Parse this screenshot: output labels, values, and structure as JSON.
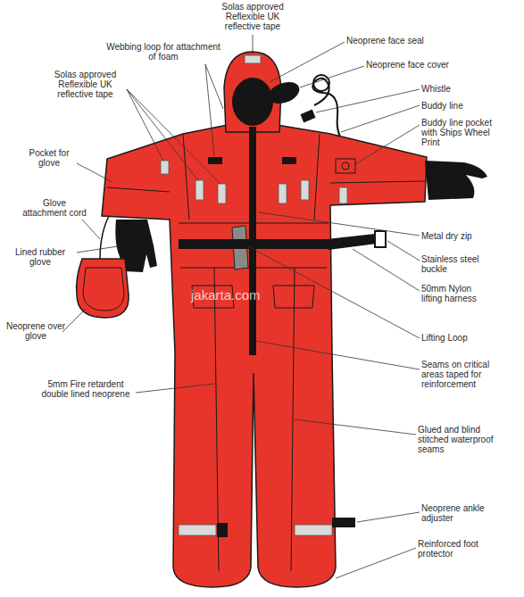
{
  "diagram": {
    "labels": [
      "Solas approved Reflexible UK reflective tape",
      "Webbing loop for attachment of foam",
      "Neoprene face seal",
      "Solas approved Reflexible UK reflective tape",
      "Neoprene face cover",
      "Whistle",
      "Buddy line",
      "Buddy line pocket with Ships Wheel Print",
      "Pocket for glove",
      "Glove attachment cord",
      "Lined rubber glove",
      "Metal dry zip",
      "Stainless steel buckle",
      "50mm Nylon lifting harness",
      "Neoprene over glove",
      "Lifting Loop",
      "5mm Fire retardent double lined neoprene",
      "Seams on critical areas taped for reinforcement",
      "Glued and blind stitched waterproof seams",
      "Neoprene ankle adjuster",
      "Reinforced foot protector",
      "jakarta.com"
    ]
  }
}
